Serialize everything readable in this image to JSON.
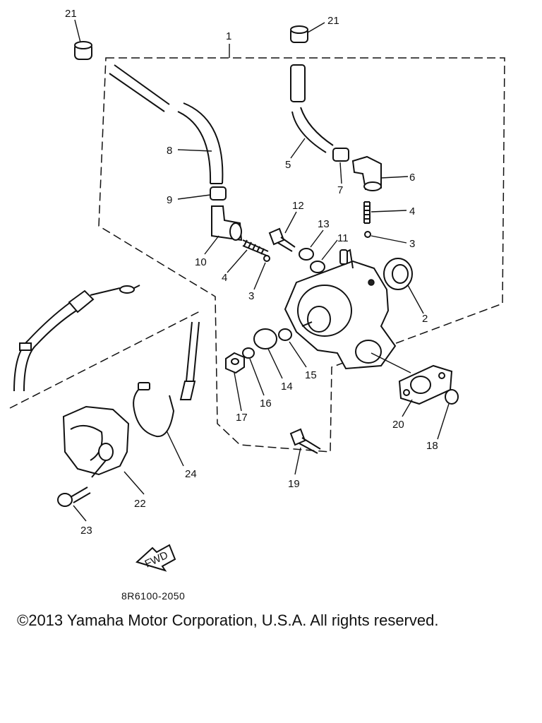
{
  "callouts": [
    {
      "id": "c1",
      "text": "1"
    },
    {
      "id": "c2",
      "text": "2"
    },
    {
      "id": "c3a",
      "text": "3"
    },
    {
      "id": "c3b",
      "text": "3"
    },
    {
      "id": "c4a",
      "text": "4"
    },
    {
      "id": "c4b",
      "text": "4"
    },
    {
      "id": "c5",
      "text": "5"
    },
    {
      "id": "c6",
      "text": "6"
    },
    {
      "id": "c7",
      "text": "7"
    },
    {
      "id": "c8",
      "text": "8"
    },
    {
      "id": "c9",
      "text": "9"
    },
    {
      "id": "c10",
      "text": "10"
    },
    {
      "id": "c11",
      "text": "11"
    },
    {
      "id": "c12",
      "text": "12"
    },
    {
      "id": "c13",
      "text": "13"
    },
    {
      "id": "c14",
      "text": "14"
    },
    {
      "id": "c15",
      "text": "15"
    },
    {
      "id": "c16",
      "text": "16"
    },
    {
      "id": "c17",
      "text": "17"
    },
    {
      "id": "c18",
      "text": "18"
    },
    {
      "id": "c19",
      "text": "19"
    },
    {
      "id": "c20",
      "text": "20"
    },
    {
      "id": "c21a",
      "text": "21"
    },
    {
      "id": "c21b",
      "text": "21"
    },
    {
      "id": "c22",
      "text": "22"
    },
    {
      "id": "c23",
      "text": "23"
    },
    {
      "id": "c24",
      "text": "24"
    }
  ],
  "fwd_label": "FWD",
  "diagram_code": "8R6100-2050",
  "copyright": "©2013 Yamaha Motor Corporation, U.S.A. All rights reserved."
}
